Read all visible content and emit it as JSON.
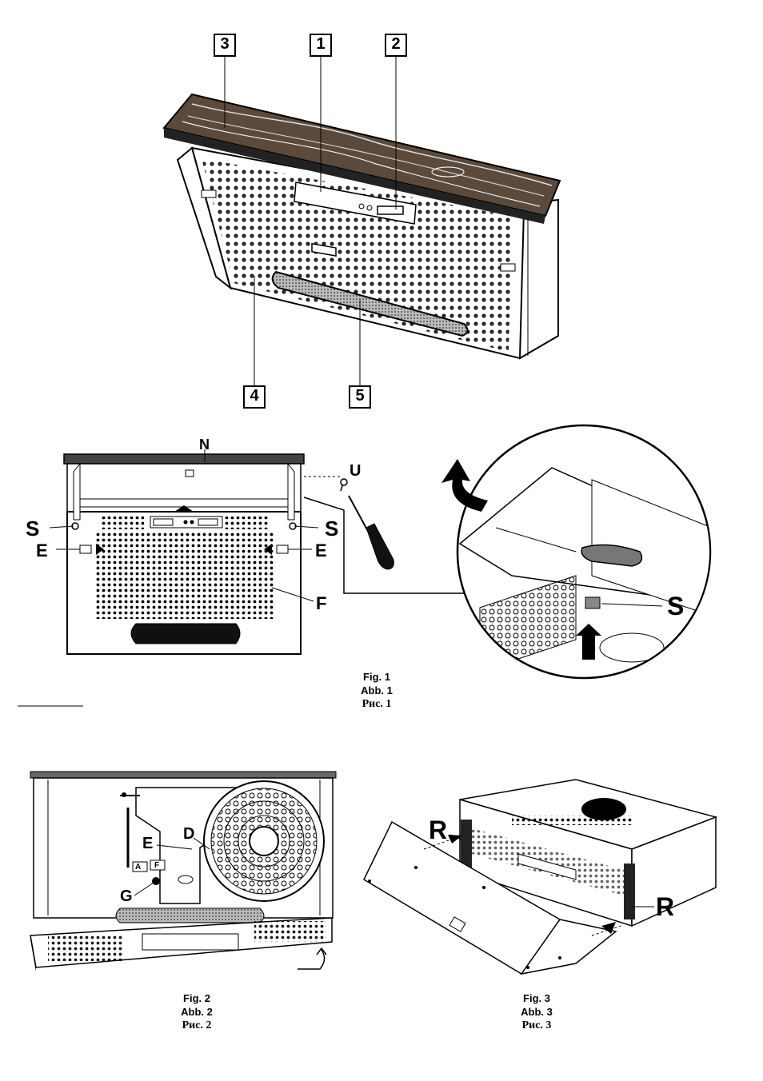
{
  "fig1_top": {
    "callouts": [
      "3",
      "1",
      "2",
      "4",
      "5"
    ]
  },
  "fig1_bottom": {
    "labels": {
      "N": "N",
      "U": "U",
      "S_left": "S",
      "S_right": "S",
      "E_left": "E",
      "E_right": "E",
      "F": "F",
      "S_detail": "S"
    },
    "caption": [
      "Fig. 1",
      "Abb. 1",
      "Рис. 1"
    ]
  },
  "fig2": {
    "labels": {
      "E": "E",
      "D": "D",
      "G": "G",
      "A": "A",
      "F": "F"
    },
    "caption": [
      "Fig. 2",
      "Abb. 2",
      "Рис. 2"
    ]
  },
  "fig3": {
    "labels": {
      "R_left": "R",
      "R_right": "R"
    },
    "caption": [
      "Fig. 3",
      "Abb. 3",
      "Рис. 3"
    ]
  },
  "colors": {
    "ink": "#000000",
    "paper": "#ffffff",
    "wood": "#3a3a3a"
  }
}
